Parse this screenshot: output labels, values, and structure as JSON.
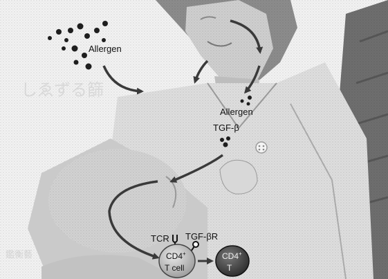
{
  "labels": {
    "allergen_top": "Allergen",
    "allergen_mid": "Allergen",
    "tgf_beta": "TGF-β",
    "tcr": "TCR",
    "tgf_beta_r": "TGF-βR",
    "cd4_left_line1": "CD4",
    "cd4_left_sup": "+",
    "cd4_left_line2": "T cell",
    "cd4_right_line1": "CD4",
    "cd4_right_sup": "+",
    "cd4_right_line2": "T",
    "ghost_text": "しゑずる篩",
    "ghost_bottom": "鑑衡藝"
  },
  "colors": {
    "background": "#f2f2f2",
    "skin_dark": "#8c8c8c",
    "skin_mid": "#bdbdbd",
    "skin_light": "#dedede",
    "arrow": "#3a3a3a",
    "dot": "#1e1e1e",
    "treg_cell": "#4d4d4d"
  }
}
